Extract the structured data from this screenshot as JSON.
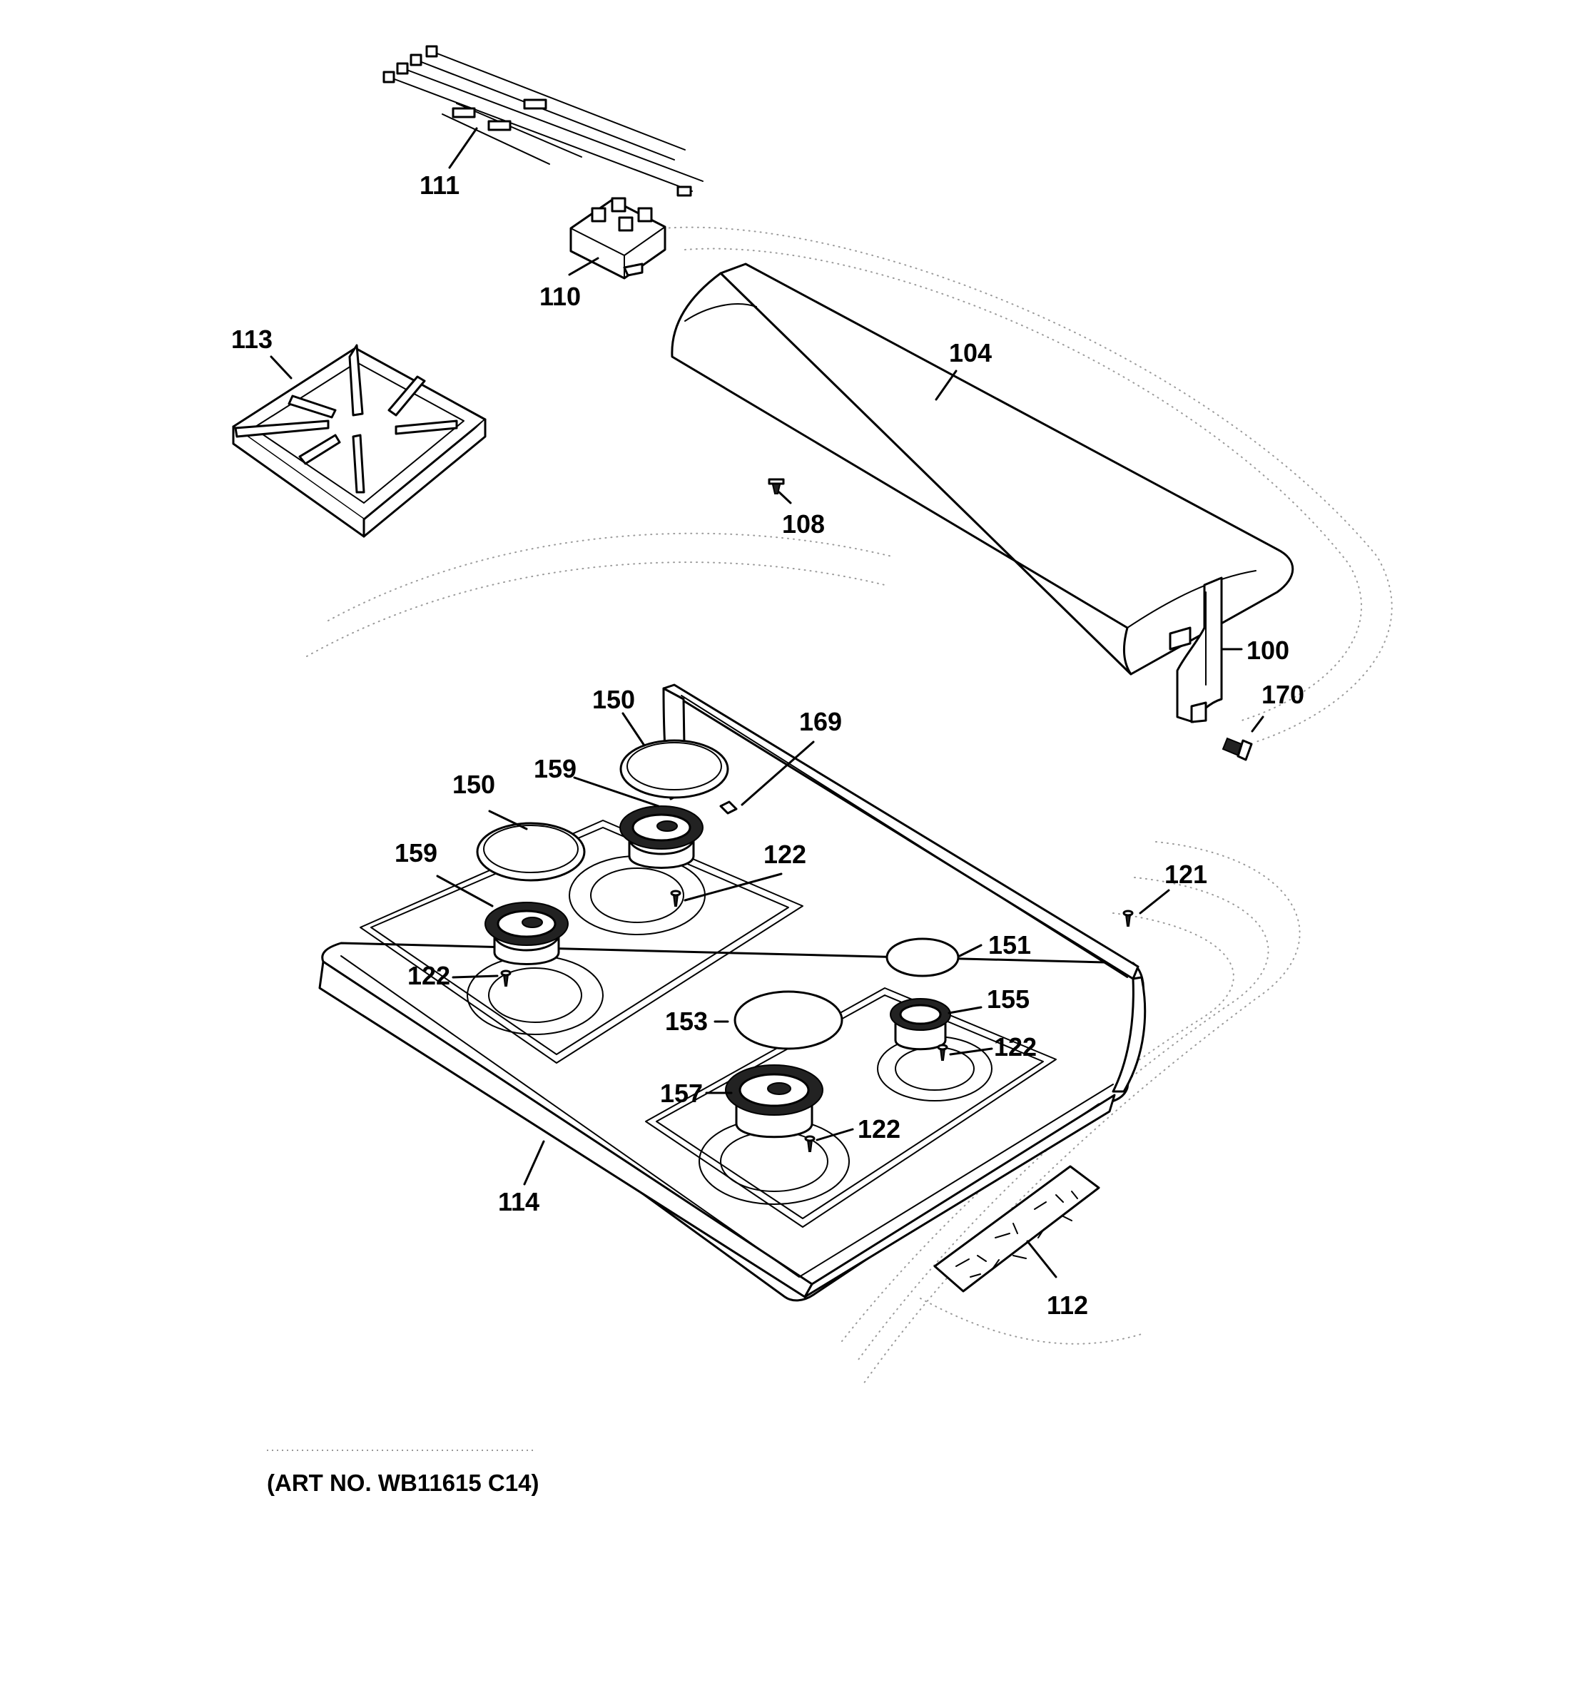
{
  "callouts": {
    "c111": "111",
    "c110": "110",
    "c113": "113",
    "c104": "104",
    "c108": "108",
    "c100": "100",
    "c170": "170",
    "c150a": "150",
    "c169": "169",
    "c159a": "159",
    "c150b": "150",
    "c122a": "122",
    "c159b": "159",
    "c121": "121",
    "c151": "151",
    "c122b": "122",
    "c155": "155",
    "c153": "153",
    "c122c": "122",
    "c157": "157",
    "c122d": "122",
    "c114": "114",
    "c112": "112"
  },
  "art_number": "(ART NO. WB11615 C14)"
}
